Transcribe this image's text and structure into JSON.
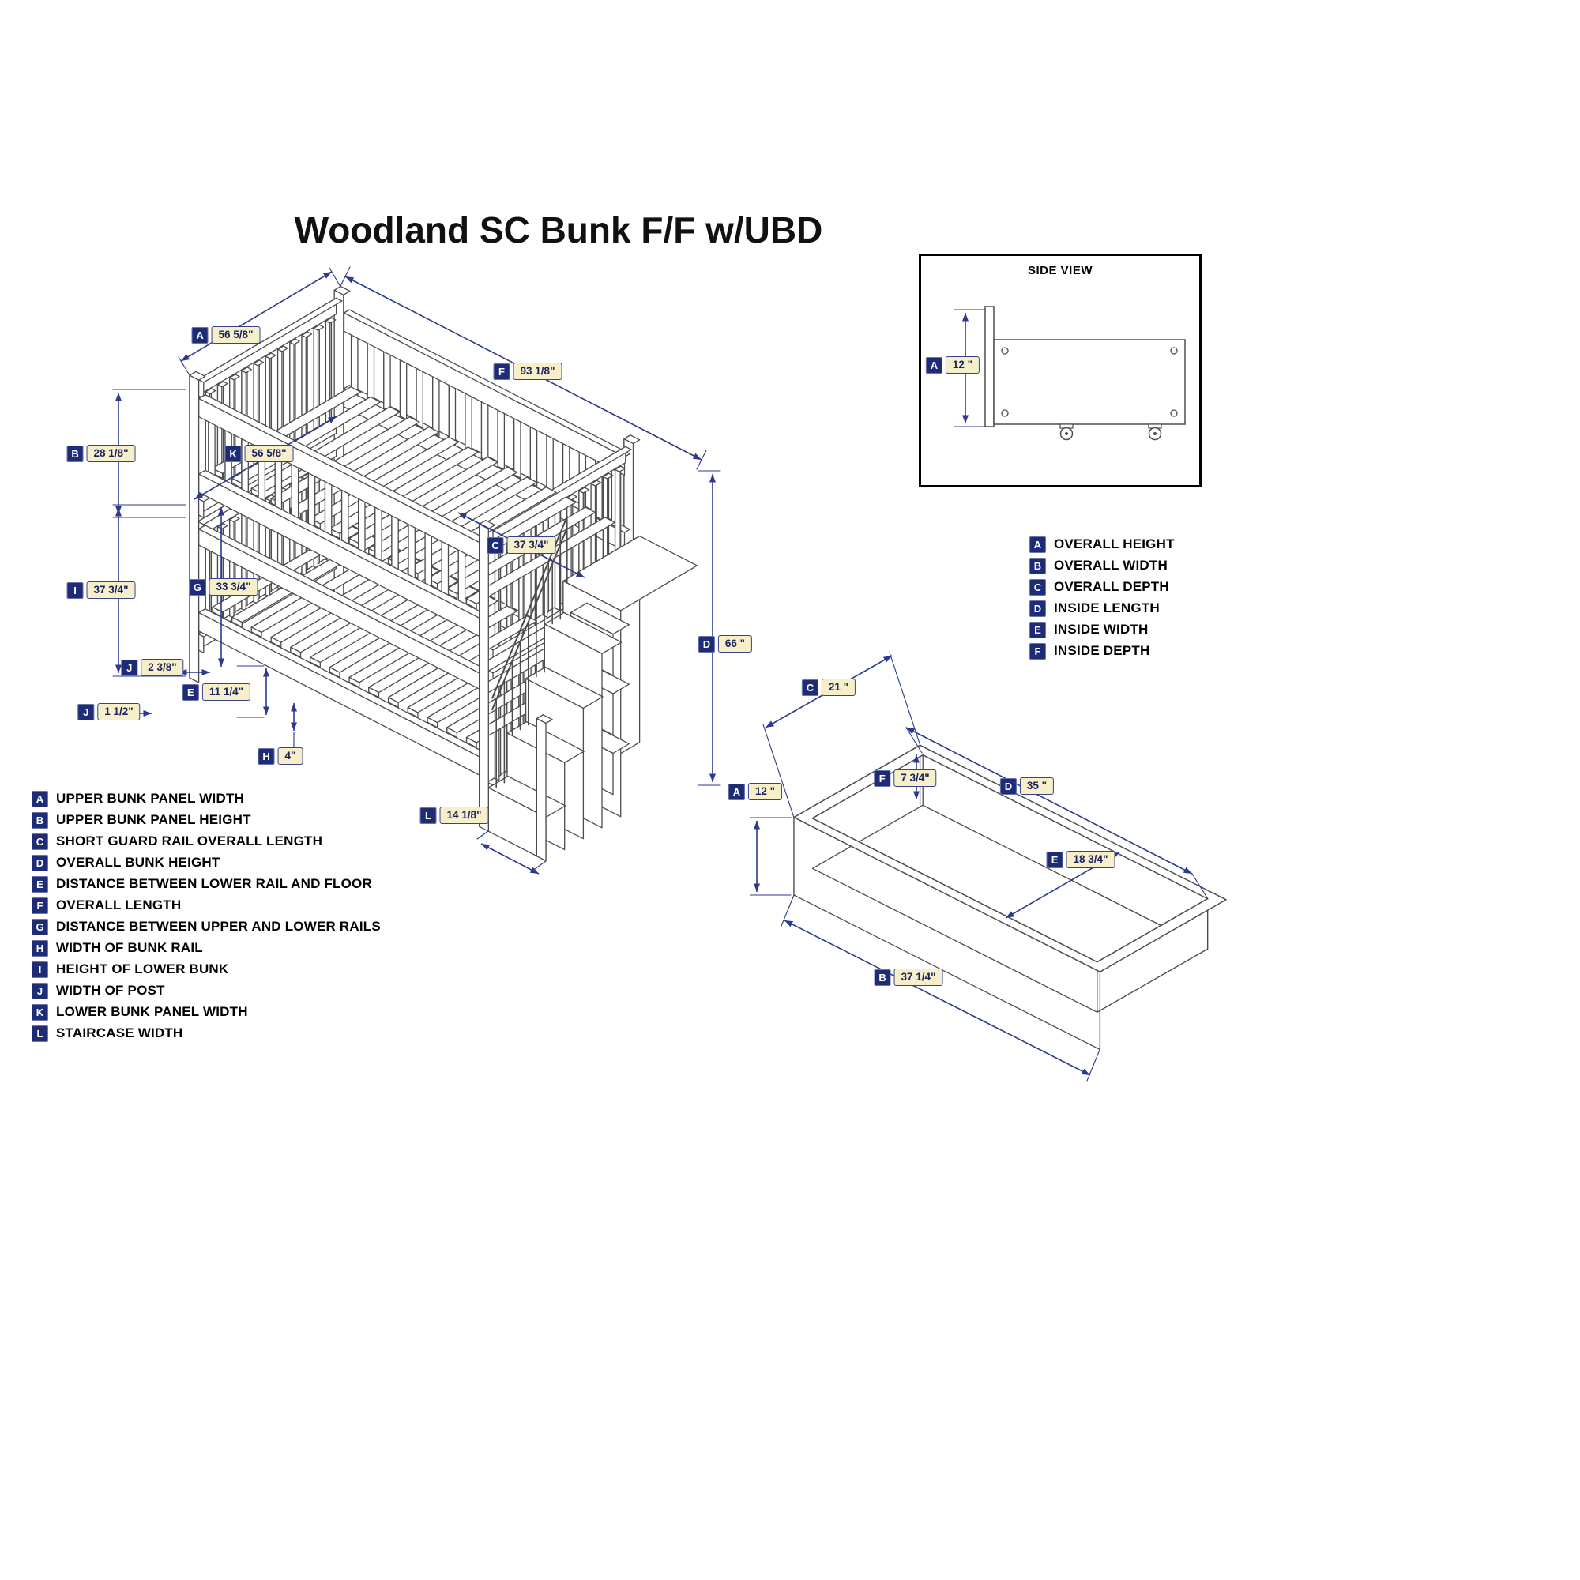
{
  "title": "Woodland SC Bunk F/F w/UBD",
  "colors": {
    "label_key_bg": "#1e2b77",
    "label_value_bg": "#f7efca",
    "dim_line": "#2b3990",
    "drawing_line": "#4d4d4d"
  },
  "side_view": {
    "title": "SIDE VIEW",
    "dims": {
      "A": {
        "letter": "A",
        "value": "12 \""
      }
    }
  },
  "bunk_dims": {
    "A": {
      "letter": "A",
      "value": "56 5/8\""
    },
    "F": {
      "letter": "F",
      "value": "93 1/8\""
    },
    "B": {
      "letter": "B",
      "value": "28 1/8\""
    },
    "K": {
      "letter": "K",
      "value": "56 5/8\""
    },
    "C": {
      "letter": "C",
      "value": "37 3/4\""
    },
    "I": {
      "letter": "I",
      "value": "37 3/4\""
    },
    "G": {
      "letter": "G",
      "value": "33 3/4\""
    },
    "J1": {
      "letter": "J",
      "value": "2 3/8\""
    },
    "E": {
      "letter": "E",
      "value": "11 1/4\""
    },
    "J2": {
      "letter": "J",
      "value": "1 1/2\""
    },
    "H": {
      "letter": "H",
      "value": "4\""
    },
    "D": {
      "letter": "D",
      "value": "66 \""
    },
    "L": {
      "letter": "L",
      "value": "14 1/8\""
    }
  },
  "drawer_dims": {
    "C": {
      "letter": "C",
      "value": "21 \""
    },
    "A": {
      "letter": "A",
      "value": "12 \""
    },
    "F": {
      "letter": "F",
      "value": "7 3/4\""
    },
    "D": {
      "letter": "D",
      "value": "35 \""
    },
    "E": {
      "letter": "E",
      "value": "18 3/4\""
    },
    "B": {
      "letter": "B",
      "value": "37 1/4\""
    }
  },
  "drawer_legend": [
    {
      "letter": "A",
      "label": "OVERALL HEIGHT"
    },
    {
      "letter": "B",
      "label": "OVERALL WIDTH"
    },
    {
      "letter": "C",
      "label": "OVERALL DEPTH"
    },
    {
      "letter": "D",
      "label": "INSIDE LENGTH"
    },
    {
      "letter": "E",
      "label": "INSIDE WIDTH"
    },
    {
      "letter": "F",
      "label": "INSIDE DEPTH"
    }
  ],
  "bunk_legend": [
    {
      "letter": "A",
      "label": "UPPER BUNK PANEL WIDTH"
    },
    {
      "letter": "B",
      "label": "UPPER BUNK PANEL HEIGHT"
    },
    {
      "letter": "C",
      "label": "SHORT GUARD RAIL OVERALL LENGTH"
    },
    {
      "letter": "D",
      "label": "OVERALL BUNK HEIGHT"
    },
    {
      "letter": "E",
      "label": "DISTANCE BETWEEN LOWER RAIL AND FLOOR"
    },
    {
      "letter": "F",
      "label": "OVERALL LENGTH"
    },
    {
      "letter": "G",
      "label": "DISTANCE BETWEEN UPPER AND LOWER RAILS"
    },
    {
      "letter": "H",
      "label": "WIDTH OF BUNK RAIL"
    },
    {
      "letter": "I",
      "label": "HEIGHT OF LOWER BUNK"
    },
    {
      "letter": "J",
      "label": "WIDTH OF POST"
    },
    {
      "letter": "K",
      "label": "LOWER BUNK PANEL WIDTH"
    },
    {
      "letter": "L",
      "label": "STAIRCASE WIDTH"
    }
  ]
}
